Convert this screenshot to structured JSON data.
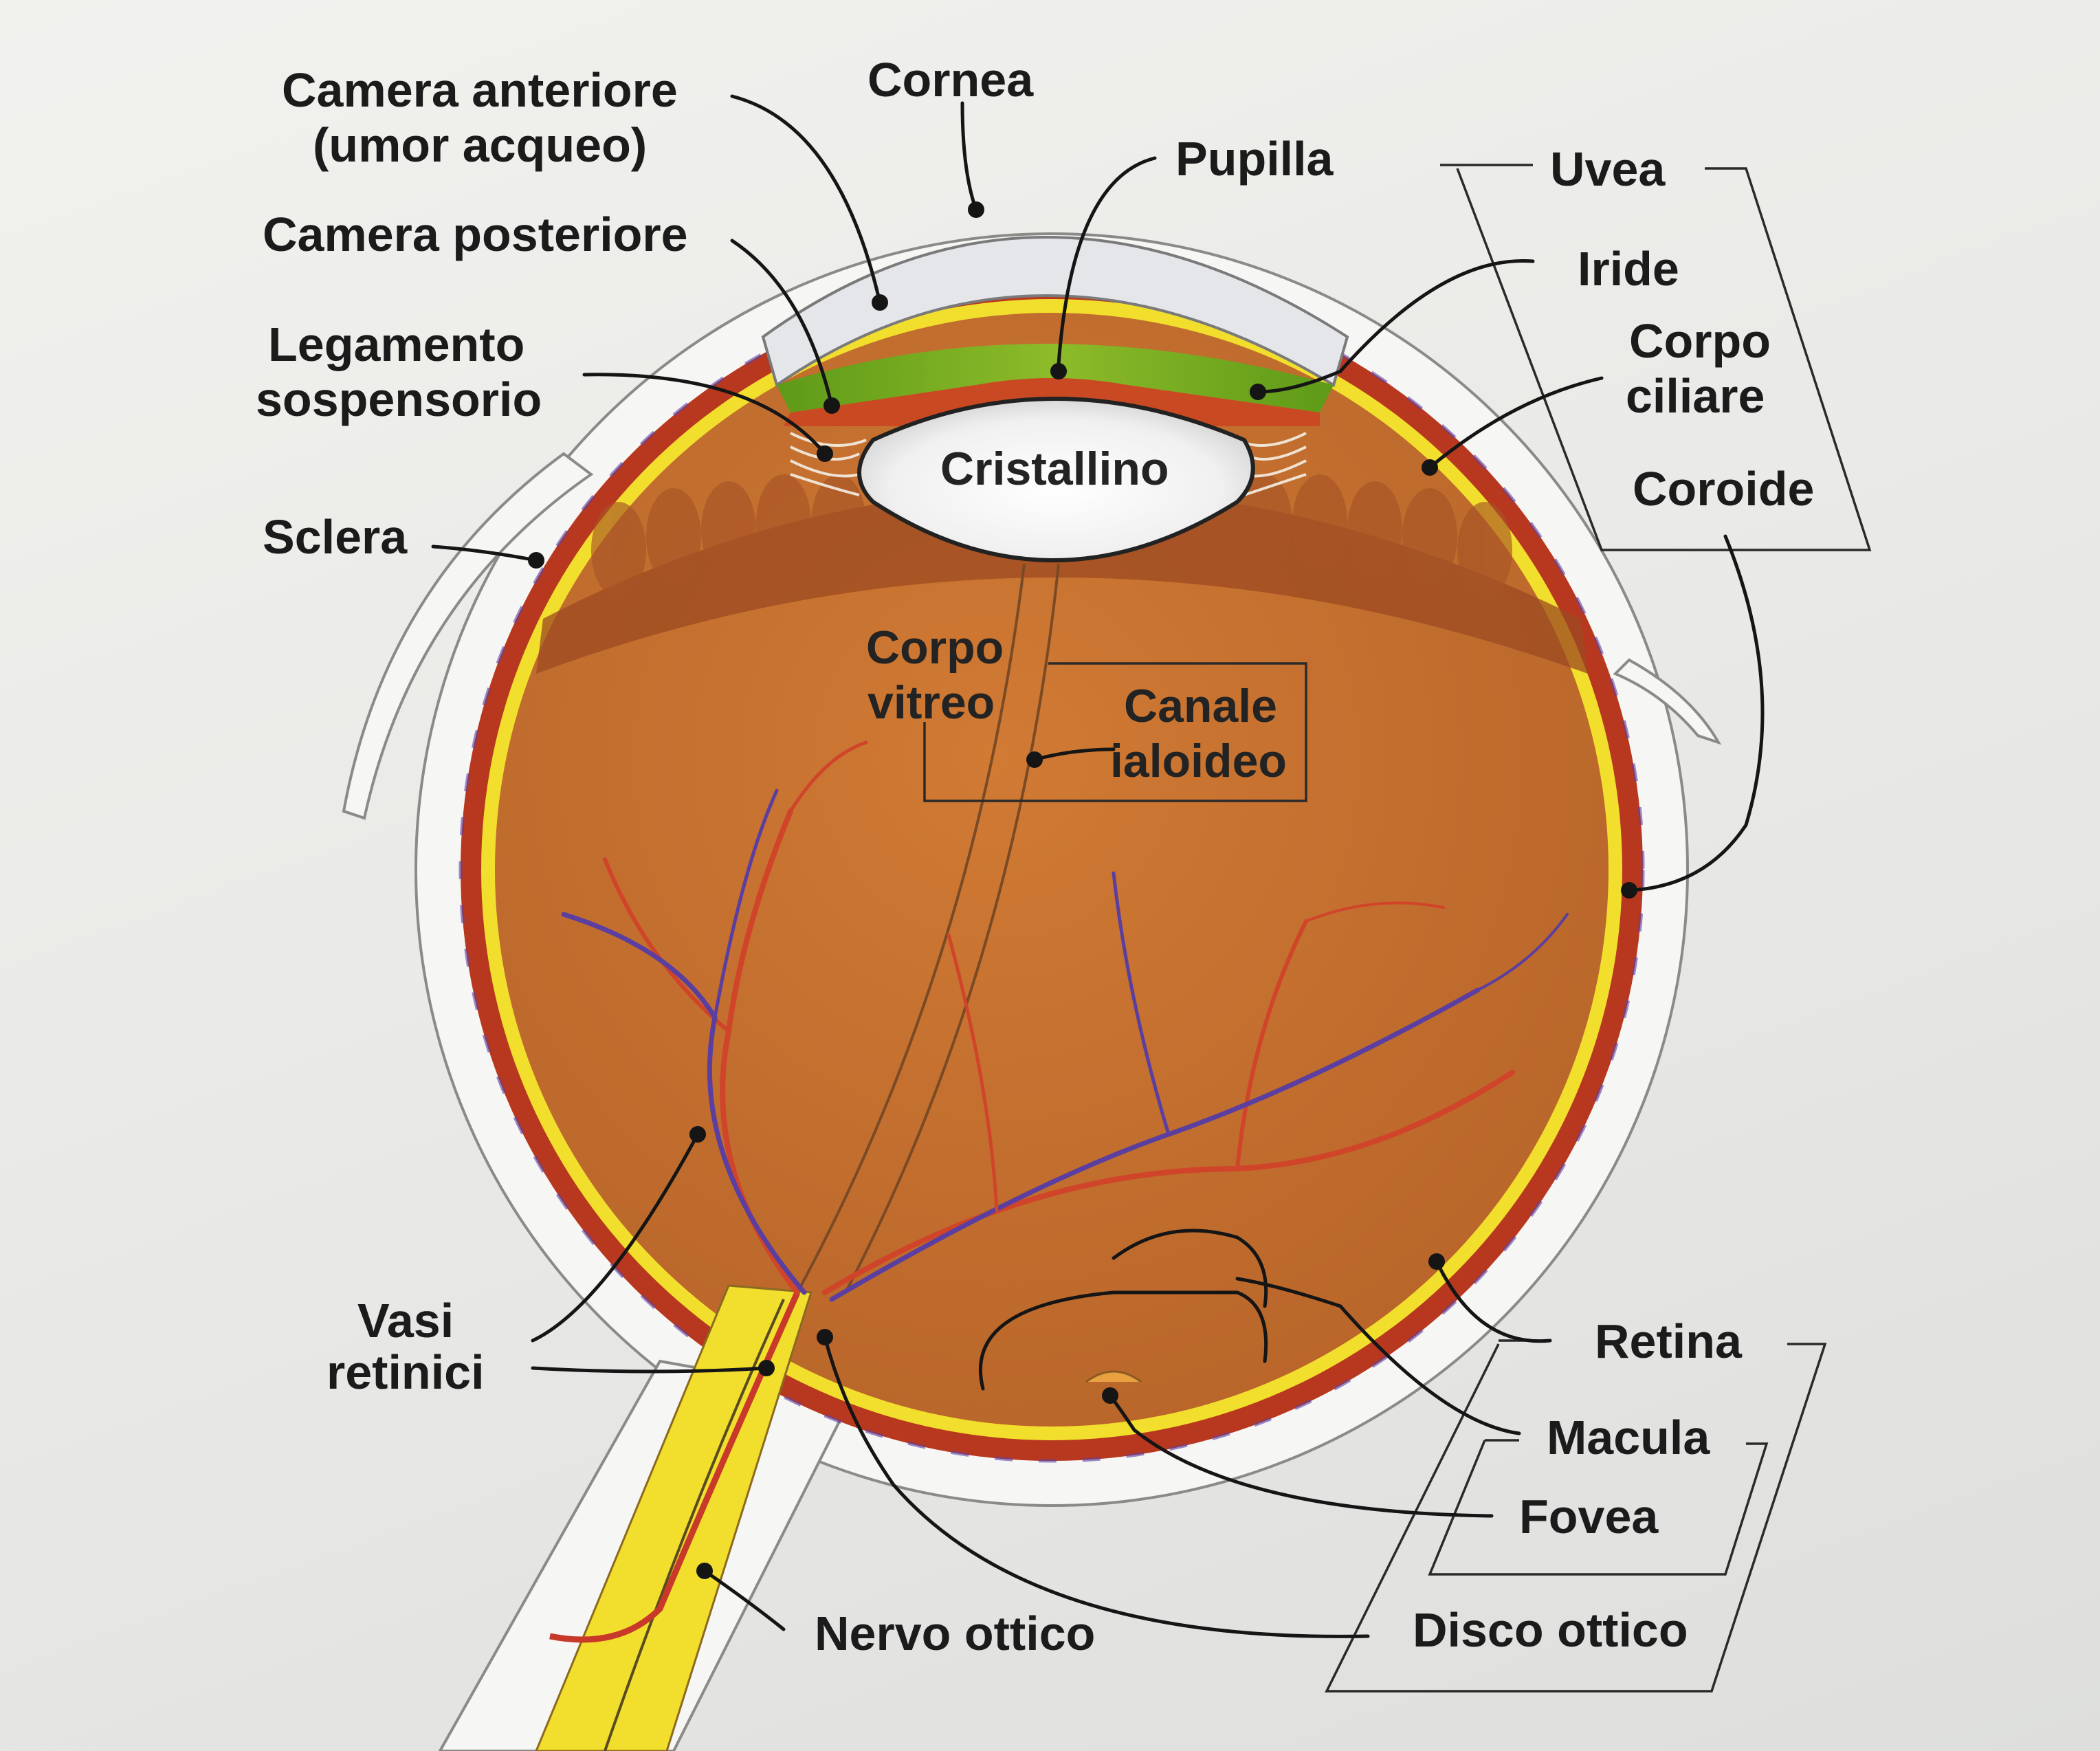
{
  "labels": {
    "camera_anteriore_1": "Camera anteriore",
    "camera_anteriore_2": "(umor acqueo)",
    "cornea": "Cornea",
    "pupilla": "Pupilla",
    "uvea": "Uvea",
    "camera_posteriore": "Camera posteriore",
    "iride": "Iride",
    "legamento_1": "Legamento",
    "legamento_2": "sospensorio",
    "corpo_ciliare_1": "Corpo",
    "corpo_ciliare_2": "ciliare",
    "cristallino": "Cristallino",
    "coroide": "Coroide",
    "sclera": "Sclera",
    "corpo_vitreo_1": "Corpo",
    "corpo_vitreo_2": "vitreo",
    "canale_ialoideo_1": "Canale",
    "canale_ialoideo_2": "ialoideo",
    "vasi_retinici_1": "Vasi",
    "vasi_retinici_2": "retinici",
    "retina": "Retina",
    "macula": "Macula",
    "fovea": "Fovea",
    "nervo_ottico": "Nervo ottico",
    "disco_ottico": "Disco ottico"
  },
  "colors": {
    "vitreous": "#c8712f",
    "choroid": "#b23a22",
    "retina": "#f2de2c",
    "sclera": "#f4f4f2",
    "iris": "#6aa01e",
    "lens": "#f5f5f5",
    "artery": "#d0452a",
    "vein": "#5a3fa0"
  }
}
